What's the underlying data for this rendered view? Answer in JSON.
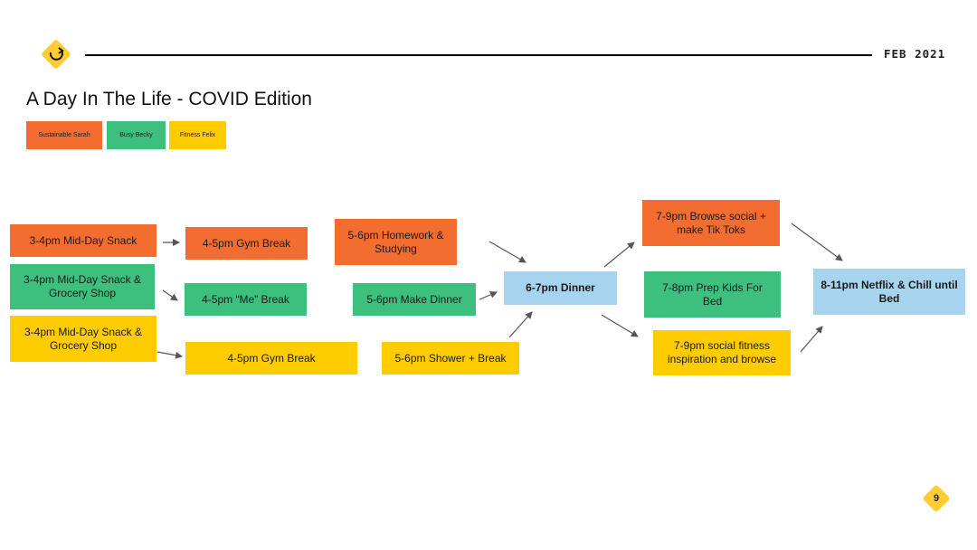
{
  "header": {
    "date": "FEB 2021",
    "logo_icon": "refresh-arrow-icon"
  },
  "title": "A Day In The Life - COVID Edition",
  "legend": [
    {
      "label": "Sustainable Sarah",
      "color": "#f26d2f"
    },
    {
      "label": "Busy Becky",
      "color": "#3dbf7d"
    },
    {
      "label": "Fitness Felix",
      "color": "#ffcc00"
    }
  ],
  "boxes": {
    "sarah_snack": "3-4pm Mid-Day Snack",
    "becky_snack": "3-4pm Mid-Day Snack & Grocery Shop",
    "felix_snack": "3-4pm Mid-Day Snack & Grocery Shop",
    "sarah_gym": "4-5pm Gym Break",
    "becky_me": "4-5pm “Me” Break",
    "felix_gym": "4-5pm Gym Break",
    "sarah_homework": "5-6pm Homework & Studying",
    "becky_dinner": "5-6pm Make Dinner",
    "felix_shower": "5-6pm Shower + Break",
    "dinner": "6-7pm Dinner",
    "sarah_social": "7-9pm Browse social + make Tik Toks",
    "becky_kids": "7-8pm Prep Kids For Bed",
    "felix_fitness": "7-9pm social fitness inspiration and browse",
    "netflix": "8-11pm Netflix & Chill until Bed"
  },
  "footer": {
    "page_number": "9"
  },
  "colors": {
    "sarah": "#f26d2f",
    "becky": "#3dbf7d",
    "felix": "#ffcc00",
    "shared": "#a6d4ef",
    "badge": "#ffcc33"
  }
}
